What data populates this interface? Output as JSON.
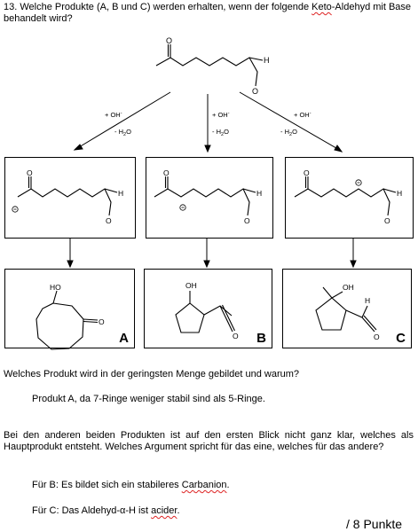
{
  "question": {
    "before": "13. Welche Produkte (A, B und C) werden erhalten, wenn der folgende ",
    "keyword": "Keto",
    "after": "-Aldehyd mit Base behandelt wird?"
  },
  "reagents": {
    "base": "+ OH",
    "base_charge": "-",
    "water": "- H",
    "water_sub": "2",
    "water_end": "O"
  },
  "atoms": {
    "oxygen": "O",
    "hydrogen": "H",
    "hydroxy": "HO",
    "oh": "OH"
  },
  "products": {
    "a": "A",
    "b": "B",
    "c": "C"
  },
  "question2": "Welches Produkt wird in der geringsten Menge gebildet und warum?",
  "answer2": "Produkt A, da 7-Ringe weniger stabil sind als 5-Ringe.",
  "question3": "Bei den anderen beiden Produkten ist auf den ersten Blick nicht ganz klar, welches als Hauptprodukt entsteht. Welches Argument spricht für das eine, welches für das andere?",
  "answer_b": {
    "before": "Für B: Es bildet sich ein stabileres ",
    "keyword": "Carbanion",
    "after": "."
  },
  "answer_c": {
    "before": "Für C: Das Aldehyd-α-H ist ",
    "keyword": "acider",
    "after": "."
  },
  "points": "/ 8 Punkte"
}
